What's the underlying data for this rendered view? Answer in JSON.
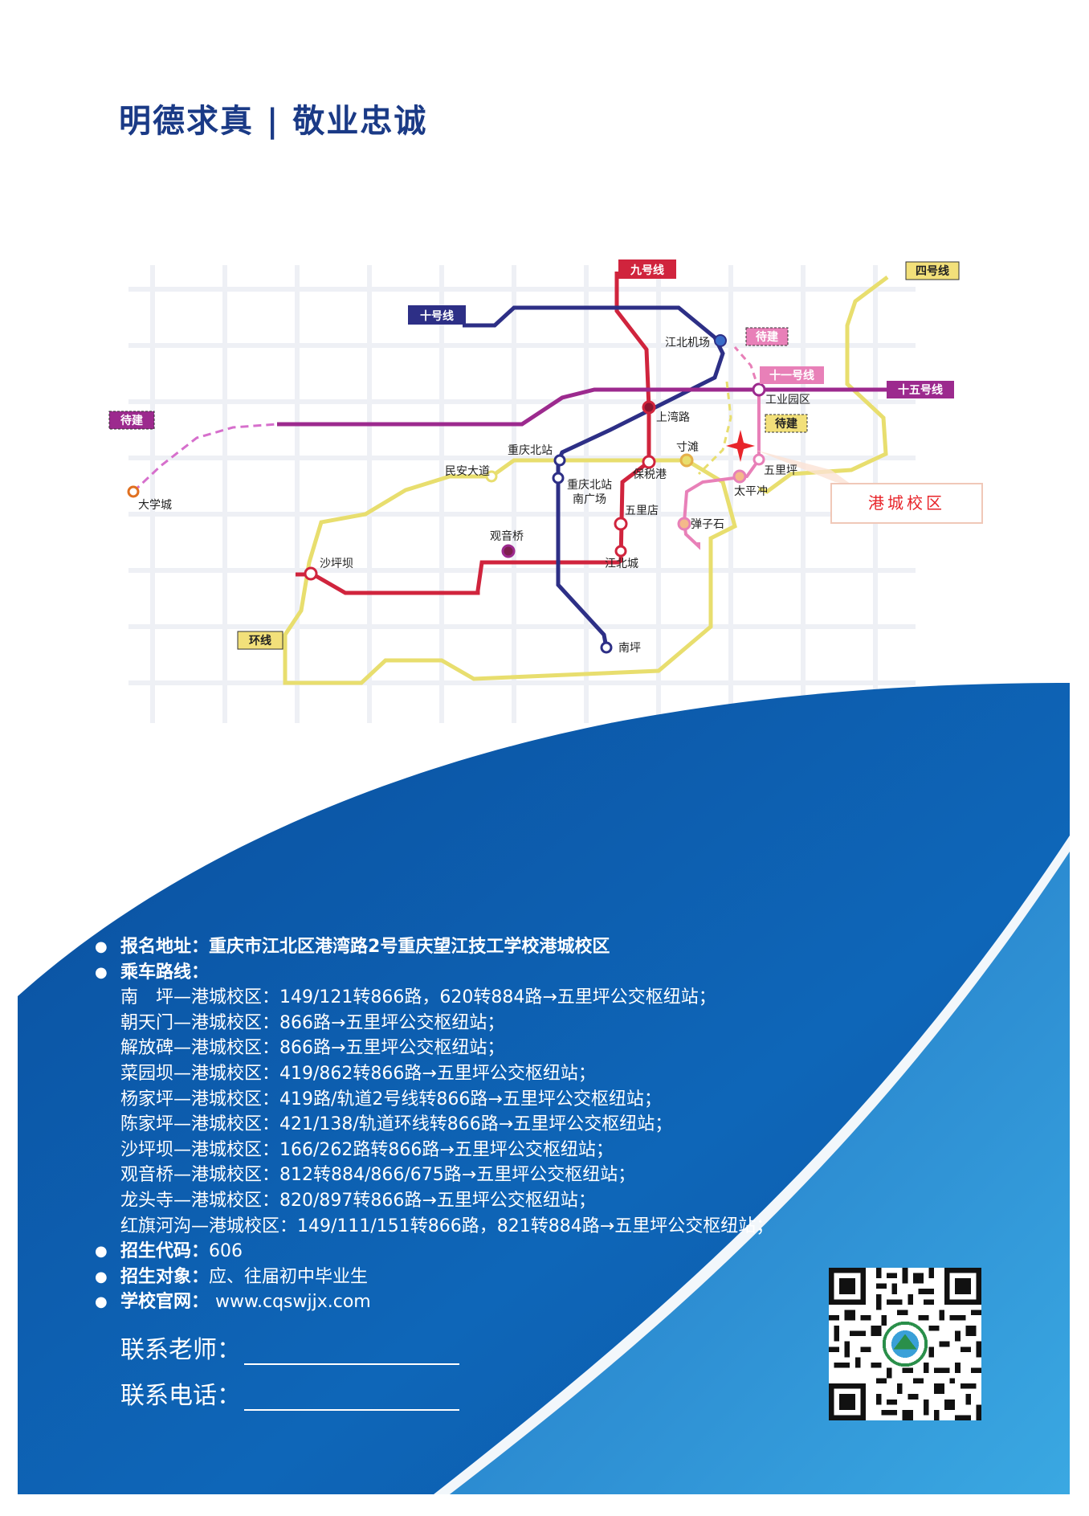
{
  "slogan": "明德求真 | 敬业忠诚",
  "map": {
    "line_labels": {
      "line9": "九号线",
      "line10": "十号线",
      "line4": "四号线",
      "line11": "十一号线",
      "line15": "十五号线",
      "loop": "环线",
      "pending1": "待建",
      "pending2": "待建",
      "pending3": "待建"
    },
    "stations": {
      "daxuecheng": "大学城",
      "jiangbeijichang": "江北机场",
      "gongyeyuanqu": "工业园区",
      "shangwanlu": "上湾路",
      "chongqingbeizhan": "重庆北站",
      "minandadao": "民安大道",
      "baoshuigang": "保税港",
      "cuntan": "寸滩",
      "wuliping": "五里坪",
      "taipingchong": "太平冲",
      "chongqingbeizhan_nanguangchang": "重庆北站\n南广场",
      "wulidian": "五里店",
      "danzishi": "弹子石",
      "guanyinqiao": "观音桥",
      "jiangbeicheng": "江北城",
      "shapingba": "沙坪坝",
      "nanping": "南坪"
    },
    "campus_label": "港城校区"
  },
  "info": {
    "address_label": "报名地址：",
    "address": "重庆市江北区港湾路2号重庆望江技工学校港城校区",
    "routes_label": "乘车路线：",
    "routes": [
      "南　坪—港城校区：149/121转866路，620转884路→五里坪公交枢纽站；",
      "朝天门—港城校区：866路→五里坪公交枢纽站；",
      "解放碑—港城校区：866路→五里坪公交枢纽站；",
      "菜园坝—港城校区：419/862转866路→五里坪公交枢纽站；",
      "杨家坪—港城校区：419路/轨道2号线转866路→五里坪公交枢纽站；",
      "陈家坪—港城校区：421/138/轨道环线转866路→五里坪公交枢纽站；",
      "沙坪坝—港城校区：166/262路转866路→五里坪公交枢纽站；",
      "观音桥—港城校区：812转884/866/675路→五里坪公交枢纽站；",
      "龙头寺—港城校区：820/897转866路→五里坪公交枢纽站；",
      "红旗河沟—港城校区：149/111/151转866路，821转884路→五里坪公交枢纽站；"
    ],
    "code_label": "招生代码：",
    "code": "606",
    "target_label": "招生对象：",
    "target": "应、往届初中毕业生",
    "website_label": "学校官网：",
    "website": "www.cqswjjx.com"
  },
  "contact": {
    "teacher_label": "联系老师：",
    "phone_label": "联系电话："
  },
  "colors": {
    "blue_dark": "#0b57a6",
    "blue_light": "#2aa0dc",
    "line9": "#d0243d",
    "line10": "#2d2f86",
    "line4_loop": "#e8de6e",
    "line15": "#9c2a8e",
    "line11": "#e880b8"
  },
  "icons": {
    "bullet": "filled-circle",
    "campus_marker": "red-star"
  }
}
